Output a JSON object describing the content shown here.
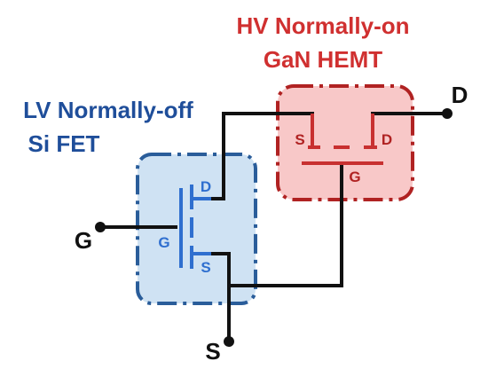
{
  "labels": {
    "hv_line1": "HV Normally-on",
    "hv_line2": "GaN HEMT",
    "lv_line1": "LV Normally-off",
    "lv_line2": "Si FET"
  },
  "terminals": {
    "drain": "D",
    "gate": "G",
    "source": "S"
  },
  "hemt_pins": {
    "source": "S",
    "drain": "D",
    "gate": "G"
  },
  "fet_pins": {
    "drain": "D",
    "gate": "G",
    "source": "S"
  },
  "colors": {
    "hv_text": "#d03030",
    "hv_box_fill": "#f8c8c8",
    "hv_box_border": "#b02222",
    "hv_device": "#c83030",
    "lv_text": "#1f4e9a",
    "lv_box_fill": "#cfe2f3",
    "lv_box_border": "#2a5d9a",
    "lv_device": "#2f6fcf",
    "wire": "#111111"
  }
}
